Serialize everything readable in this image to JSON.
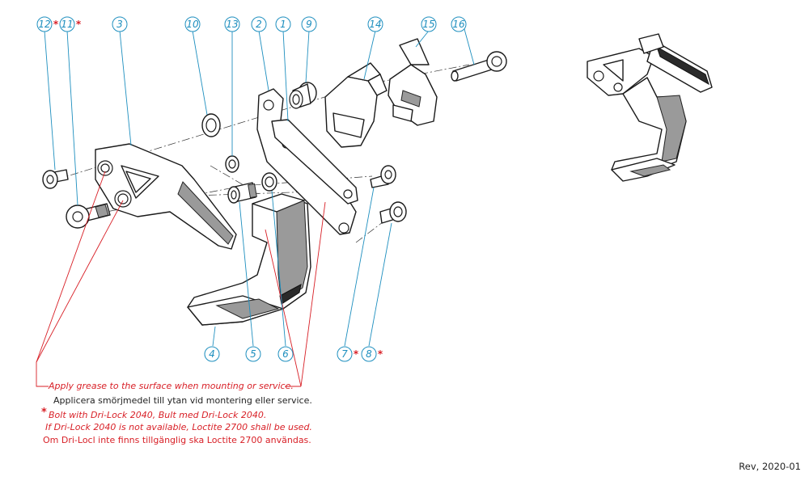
{
  "diagram": {
    "balloons": [
      {
        "id": "b12",
        "label": "12",
        "star": true
      },
      {
        "id": "b11",
        "label": "11",
        "star": true
      },
      {
        "id": "b3",
        "label": "3",
        "star": false
      },
      {
        "id": "b10",
        "label": "10",
        "star": false
      },
      {
        "id": "b13",
        "label": "13",
        "star": false
      },
      {
        "id": "b2",
        "label": "2",
        "star": false
      },
      {
        "id": "b1",
        "label": "1",
        "star": false
      },
      {
        "id": "b9",
        "label": "9",
        "star": false
      },
      {
        "id": "b14",
        "label": "14",
        "star": false
      },
      {
        "id": "b15",
        "label": "15",
        "star": false
      },
      {
        "id": "b16",
        "label": "16",
        "star": false
      },
      {
        "id": "b4",
        "label": "4",
        "star": false
      },
      {
        "id": "b5",
        "label": "5",
        "star": false
      },
      {
        "id": "b6",
        "label": "6",
        "star": false
      },
      {
        "id": "b7",
        "label": "7",
        "star": true
      },
      {
        "id": "b8",
        "label": "8",
        "star": true
      }
    ],
    "star_symbol": "*",
    "notes": {
      "grease_en": "Apply grease to the surface when mounting or service.",
      "grease_sv": "Applicera smörjmedel till ytan vid montering eller service.",
      "bolt_en": "Bolt with Dri-Lock 2040, Bult med Dri-Lock 2040.",
      "loctite_en": "If Dri-Lock 2040 is not available, Loctite 2700 shall be used.",
      "loctite_sv": "Om Dri-Locl inte finns tillgänglig ska Loctite 2700 användas."
    },
    "revision": "Rev, 2020-01"
  }
}
